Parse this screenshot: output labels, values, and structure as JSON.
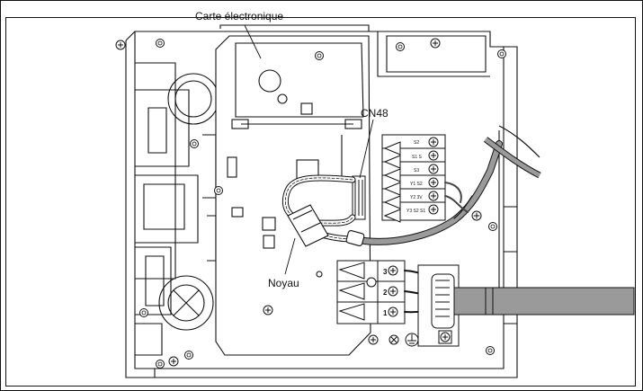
{
  "labels": {
    "board": "Carte électronique",
    "connector": "CN48",
    "core": "Noyau"
  },
  "terminal_block_upper": {
    "markings": [
      "S2",
      "S1 S",
      "S3",
      "Y1 S2",
      "Y2 3V",
      "Y3 S2 S1"
    ]
  },
  "terminal_block_lower": {
    "numbers": [
      "3",
      "2",
      "1"
    ]
  },
  "colors": {
    "line": "#111111",
    "cable_gray": "#9a9a9a",
    "cable_dark": "#444444",
    "background": "#ffffff"
  },
  "icons": [
    "ground-icon",
    "screw-icon"
  ]
}
